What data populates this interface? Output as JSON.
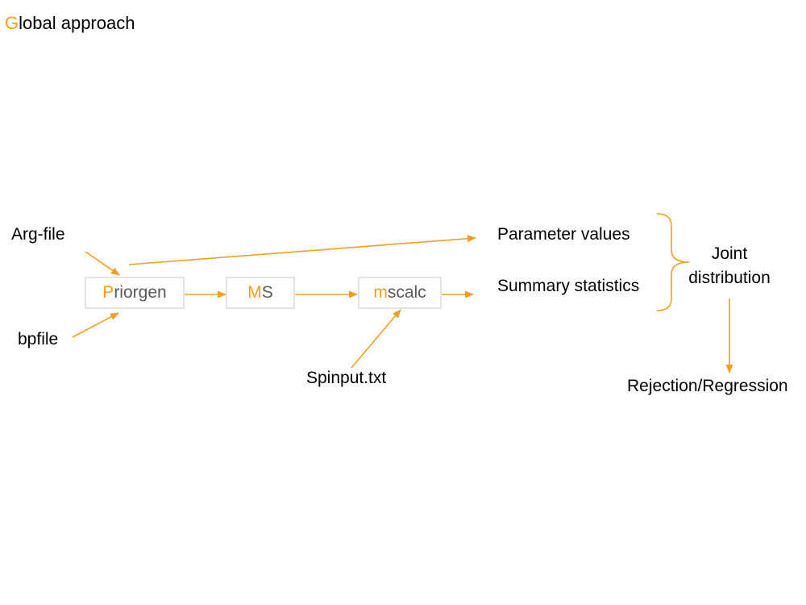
{
  "title": {
    "first_letter": "G",
    "rest": "lobal approach"
  },
  "inputs": {
    "arg_file": "Arg-file",
    "bpfile": "bpfile",
    "spinput": "Spinput.txt"
  },
  "boxes": {
    "priorgen": {
      "first_letter": "P",
      "rest": "riorgen"
    },
    "ms": {
      "first_letter": "M",
      "rest": "S"
    },
    "mscalc": {
      "first_letter": "m",
      "rest": "scalc"
    }
  },
  "outputs": {
    "parameter_values": "Parameter values",
    "summary_statistics": "Summary statistics"
  },
  "joint": {
    "line1": "Joint",
    "line2": "distribution"
  },
  "final": "Rejection/Regression",
  "colors": {
    "accent": "#f0a01e",
    "box_border": "#e3e3e3",
    "box_text": "#595959"
  }
}
